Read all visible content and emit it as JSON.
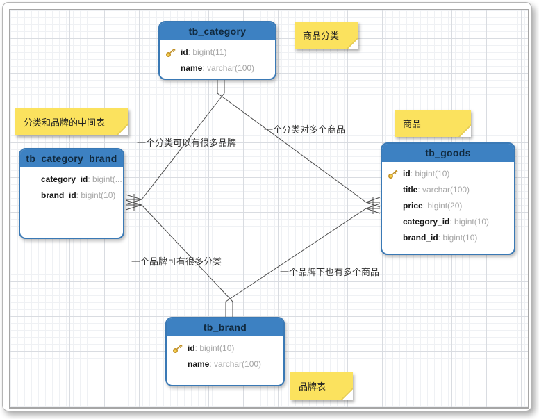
{
  "diagram": {
    "tables": [
      {
        "name": "tb_category",
        "fields": [
          {
            "name": "id",
            "type": ": bigint(11)",
            "primary_key": true
          },
          {
            "name": "name",
            "type": ": varchar(100)",
            "primary_key": false
          }
        ]
      },
      {
        "name": "tb_category_brand",
        "fields": [
          {
            "name": "category_id",
            "type": ": bigint(...",
            "primary_key": false
          },
          {
            "name": "brand_id",
            "type": ": bigint(10)",
            "primary_key": false
          }
        ]
      },
      {
        "name": "tb_goods",
        "fields": [
          {
            "name": "id",
            "type": ": bigint(10)",
            "primary_key": true
          },
          {
            "name": "title",
            "type": ": varchar(100)",
            "primary_key": false
          },
          {
            "name": "price",
            "type": ": bigint(20)",
            "primary_key": false
          },
          {
            "name": "category_id",
            "type": ": bigint(10)",
            "primary_key": false
          },
          {
            "name": "brand_id",
            "type": ": bigint(10)",
            "primary_key": false
          }
        ]
      },
      {
        "name": "tb_brand",
        "fields": [
          {
            "name": "id",
            "type": ": bigint(10)",
            "primary_key": true
          },
          {
            "name": "name",
            "type": ": varchar(100)",
            "primary_key": false
          }
        ]
      }
    ],
    "notes": [
      {
        "text": "商品分类"
      },
      {
        "text": "分类和品牌的中间表"
      },
      {
        "text": "商品"
      },
      {
        "text": "品牌表"
      }
    ],
    "relationships": [
      {
        "from": "tb_category",
        "to": "tb_category_brand",
        "label": "一个分类可以有很多品牌",
        "cardinality": "1:n"
      },
      {
        "from": "tb_category",
        "to": "tb_goods",
        "label": "一个分类对多个商品",
        "cardinality": "1:n"
      },
      {
        "from": "tb_brand",
        "to": "tb_category_brand",
        "label": "一个品牌可有很多分类",
        "cardinality": "1:n"
      },
      {
        "from": "tb_brand",
        "to": "tb_goods",
        "label": "一个品牌下也有多个商品",
        "cardinality": "1:n"
      }
    ],
    "colors": {
      "table_header": "#3d81c2",
      "table_border": "#3a79b5",
      "note_background": "#fbe25e",
      "line_stroke": "#4c4c4c"
    }
  }
}
